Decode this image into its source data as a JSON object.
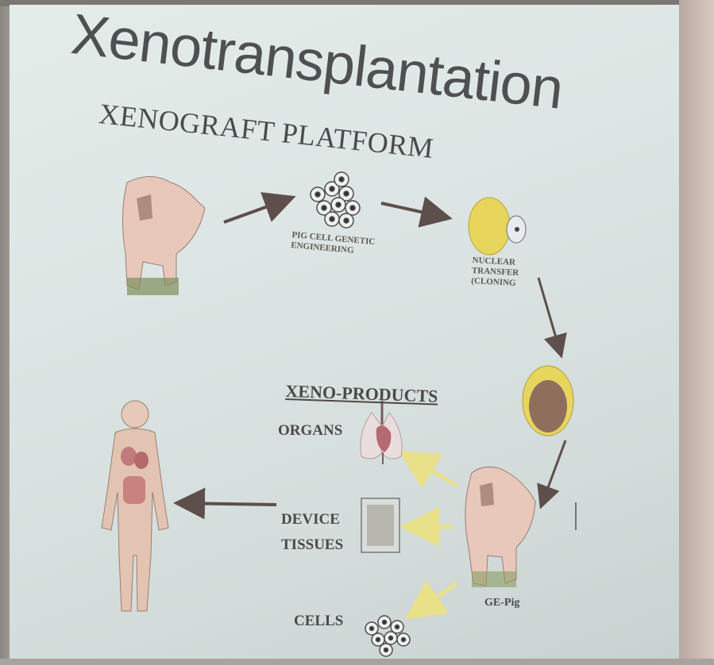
{
  "slide": {
    "title": "Xenotransplantation",
    "subtitle": "XENOGRAFT PLATFORM",
    "labels": {
      "pig_cell_line1": "PIG CELL GENETIC",
      "pig_cell_line2": "ENGINEERING",
      "nuclear_line1": "NUCLEAR",
      "nuclear_line2": "TRANSFER",
      "nuclear_line3": "(CLONING",
      "xeno_products": "XENO-PRODUCTS",
      "organs": "ORGANS",
      "device": "DEVICE",
      "tissues": "TISSUES",
      "cells": "CELLS",
      "ge_pig": "GE-Pig"
    }
  },
  "colors": {
    "screen": "#dce5e3",
    "text": "#4b4a48",
    "arrow_dark": "#5e4f4c",
    "arrow_yellow": "#e9e08a",
    "pig": "#e9c9bd",
    "egg": "#e6d45a"
  }
}
